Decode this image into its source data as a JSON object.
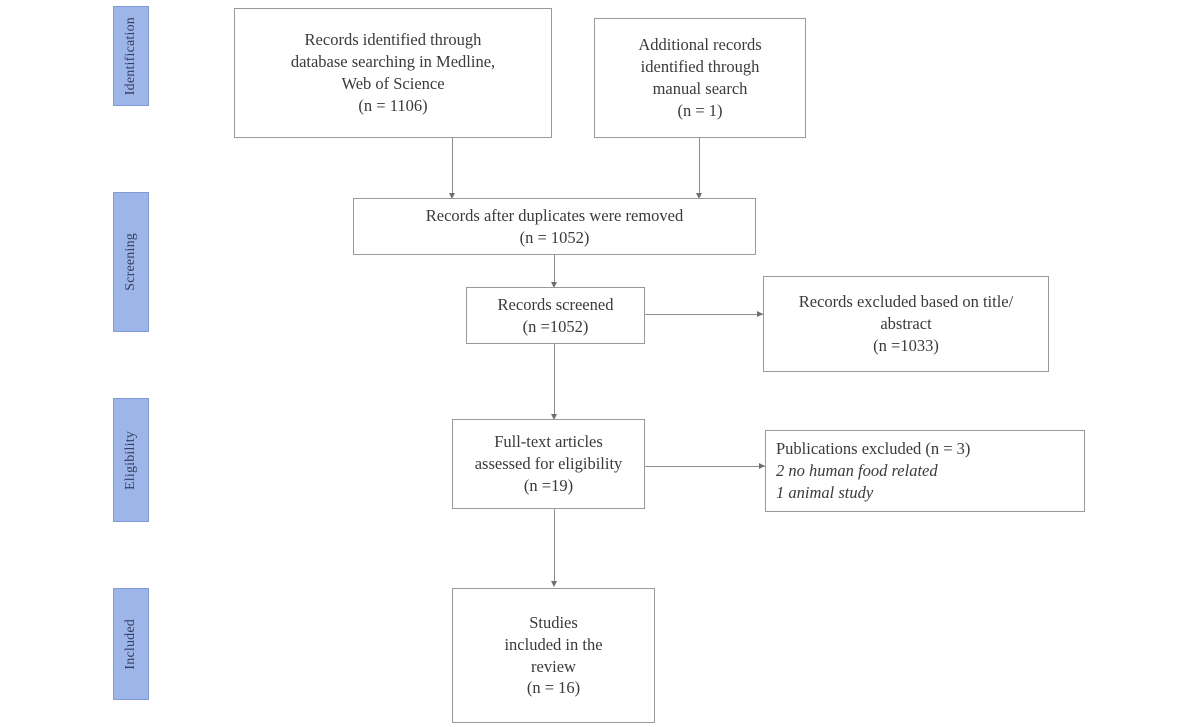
{
  "diagram": {
    "type": "prisma-flow-diagram",
    "title": "PRISMA study selection flow diagram",
    "accent_color": "#9db5e8",
    "accent_border_color": "#7f9ad6",
    "box_border_color": "#9a9a9a",
    "text_color": "#3a3a3a",
    "connector_color": "#8c8c8c"
  },
  "stages": [
    {
      "id": "identification",
      "label": "Identification"
    },
    {
      "id": "screening",
      "label": "Screening"
    },
    {
      "id": "eligibility",
      "label": "Eligibility"
    },
    {
      "id": "included",
      "label": "Included"
    }
  ],
  "boxes": {
    "database_search": {
      "lines": [
        "Records identified through",
        "database searching in Medline,",
        "Web of Science",
        "(n = 1106)"
      ],
      "count": 1106
    },
    "manual_search": {
      "lines": [
        "Additional records",
        "identified through",
        "manual search",
        "(n = 1)"
      ],
      "count": 1
    },
    "after_duplicates": {
      "lines": [
        "Records after duplicates were removed",
        "(n = 1052)"
      ],
      "count": 1052
    },
    "records_screened": {
      "lines": [
        "Records screened",
        "(n =1052)"
      ],
      "count": 1052
    },
    "records_excluded": {
      "lines": [
        "Records excluded based on title/",
        "abstract",
        "(n =1033)"
      ],
      "count": 1033
    },
    "full_text_assessed": {
      "lines": [
        "Full-text articles",
        "assessed for eligibility",
        "(n =19)"
      ],
      "count": 19
    },
    "publications_excluded": {
      "lines": [
        "Publications excluded (n = 3)",
        "2 no human food related",
        "1 animal study"
      ],
      "count": 3,
      "reasons": [
        {
          "count": 2,
          "reason": "no human food related"
        },
        {
          "count": 1,
          "reason": "animal study"
        }
      ]
    },
    "studies_included": {
      "lines": [
        "Studies",
        "included in the",
        "review",
        "(n = 16)"
      ],
      "count": 16
    }
  }
}
